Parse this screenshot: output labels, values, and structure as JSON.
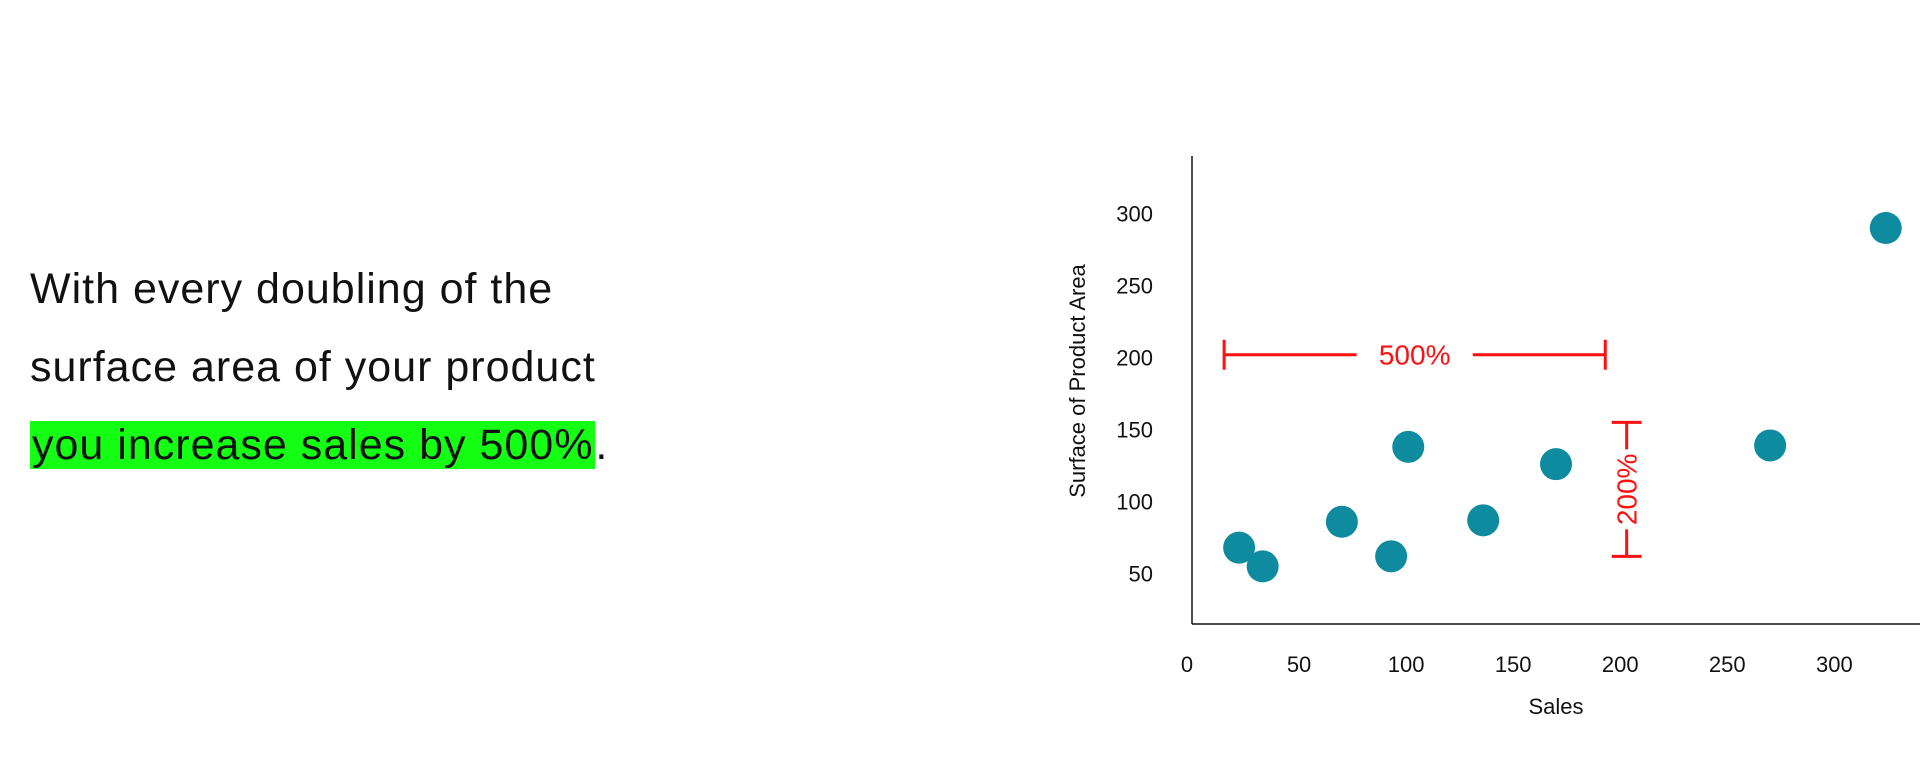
{
  "headline": {
    "line1": "With every doubling of the",
    "line2": "surface area of your product",
    "line3_highlight": "you increase sales by 500%",
    "line3_tail": "."
  },
  "colors": {
    "highlight": "#14ff14",
    "points": "#0f8ba0",
    "annotation": "#ff1010",
    "axis": "#111111"
  },
  "chart_data": {
    "type": "scatter",
    "xlabel": "Sales",
    "ylabel": "Surface of Product Area",
    "xlim": [
      0,
      340
    ],
    "ylim": [
      15,
      340
    ],
    "xticks": [
      0,
      50,
      100,
      150,
      200,
      250,
      300
    ],
    "yticks": [
      50,
      100,
      150,
      200,
      250,
      300
    ],
    "grid": false,
    "points": [
      {
        "x": 22,
        "y": 68
      },
      {
        "x": 33,
        "y": 55
      },
      {
        "x": 70,
        "y": 86
      },
      {
        "x": 93,
        "y": 62
      },
      {
        "x": 101,
        "y": 138
      },
      {
        "x": 136,
        "y": 87
      },
      {
        "x": 170,
        "y": 126
      },
      {
        "x": 270,
        "y": 139
      },
      {
        "x": 324,
        "y": 290
      }
    ],
    "annotations": [
      {
        "label": "500%",
        "orientation": "horizontal",
        "x_from": 15,
        "x_to": 193,
        "y": 202
      },
      {
        "label": "200%",
        "orientation": "vertical",
        "x": 203,
        "y_from": 62,
        "y_to": 155
      }
    ]
  }
}
